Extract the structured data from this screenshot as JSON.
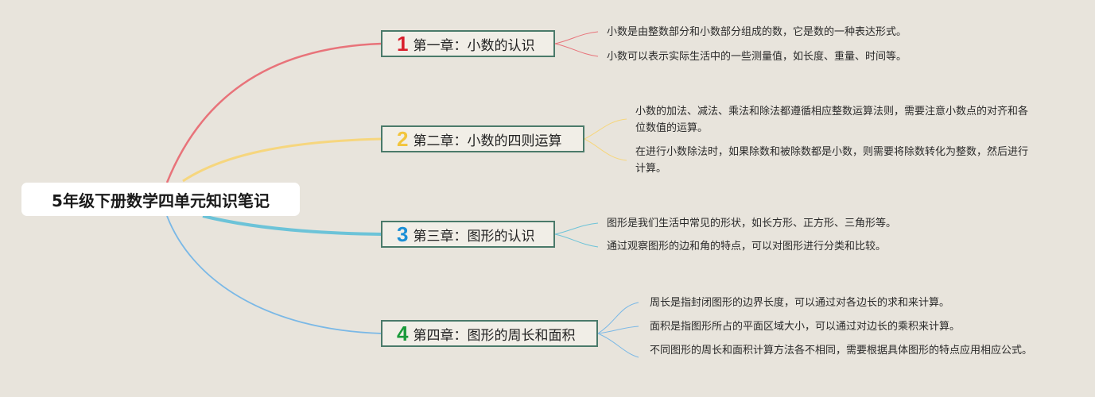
{
  "root": {
    "title": "5年级下册数学四单元知识笔记"
  },
  "colors": {
    "branch1": "#e8737a",
    "branch2": "#f6d67e",
    "branch3": "#6cc3d8",
    "branch4": "#7ab8e6",
    "num1": "#d81e2c",
    "num2": "#f2c53d",
    "num3": "#1b8fd6",
    "num4": "#1a9a3a",
    "chapter_border": "#4a7a6a"
  },
  "chapters": [
    {
      "number": "1",
      "title": "第一章：小数的认识",
      "points": [
        "小数是由整数部分和小数部分组成的数，它是数的一种表达形式。",
        "小数可以表示实际生活中的一些测量值，如长度、重量、时间等。"
      ]
    },
    {
      "number": "2",
      "title": "第二章：小数的四则运算",
      "points": [
        "小数的加法、减法、乘法和除法都遵循相应整数运算法则，需要注意小数点的对齐和各位数值的运算。",
        "在进行小数除法时，如果除数和被除数都是小数，则需要将除数转化为整数，然后进行计算。"
      ]
    },
    {
      "number": "3",
      "title": "第三章：图形的认识",
      "points": [
        "图形是我们生活中常见的形状，如长方形、正方形、三角形等。",
        "通过观察图形的边和角的特点，可以对图形进行分类和比较。"
      ]
    },
    {
      "number": "4",
      "title": "第四章：图形的周长和面积",
      "points": [
        "周长是指封闭图形的边界长度，可以通过对各边长的求和来计算。",
        "面积是指图形所占的平面区域大小，可以通过对边长的乘积来计算。",
        "不同图形的周长和面积计算方法各不相同，需要根据具体图形的特点应用相应公式。"
      ]
    }
  ]
}
